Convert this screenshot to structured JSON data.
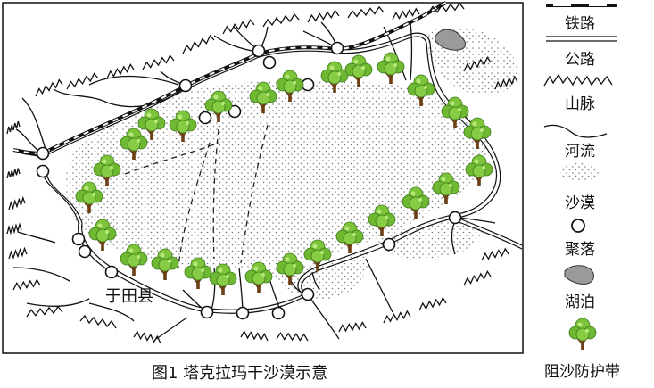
{
  "legend": {
    "items": [
      {
        "symbol": "railway-symbol",
        "label": "铁路"
      },
      {
        "symbol": "highway-symbol",
        "label": "公路"
      },
      {
        "symbol": "mountain-symbol",
        "label": "山脉"
      },
      {
        "symbol": "river-symbol",
        "label": "河流"
      },
      {
        "symbol": "desert-symbol",
        "label": "沙漠"
      },
      {
        "symbol": "settlement-symbol",
        "label": "聚落"
      },
      {
        "symbol": "lake-symbol",
        "label": "湖泊"
      },
      {
        "symbol": "tree-icon",
        "label": "阻沙防护带"
      }
    ]
  },
  "map": {
    "county_label": "于田县",
    "caption": "图1 塔克拉玛干沙漠示意"
  },
  "colors": {
    "tree_canopy": "#7cc43a",
    "tree_trunk": "#6b3e14",
    "lake": "#9a9a9a",
    "line": "#111111",
    "desert_dot": "#777777"
  }
}
